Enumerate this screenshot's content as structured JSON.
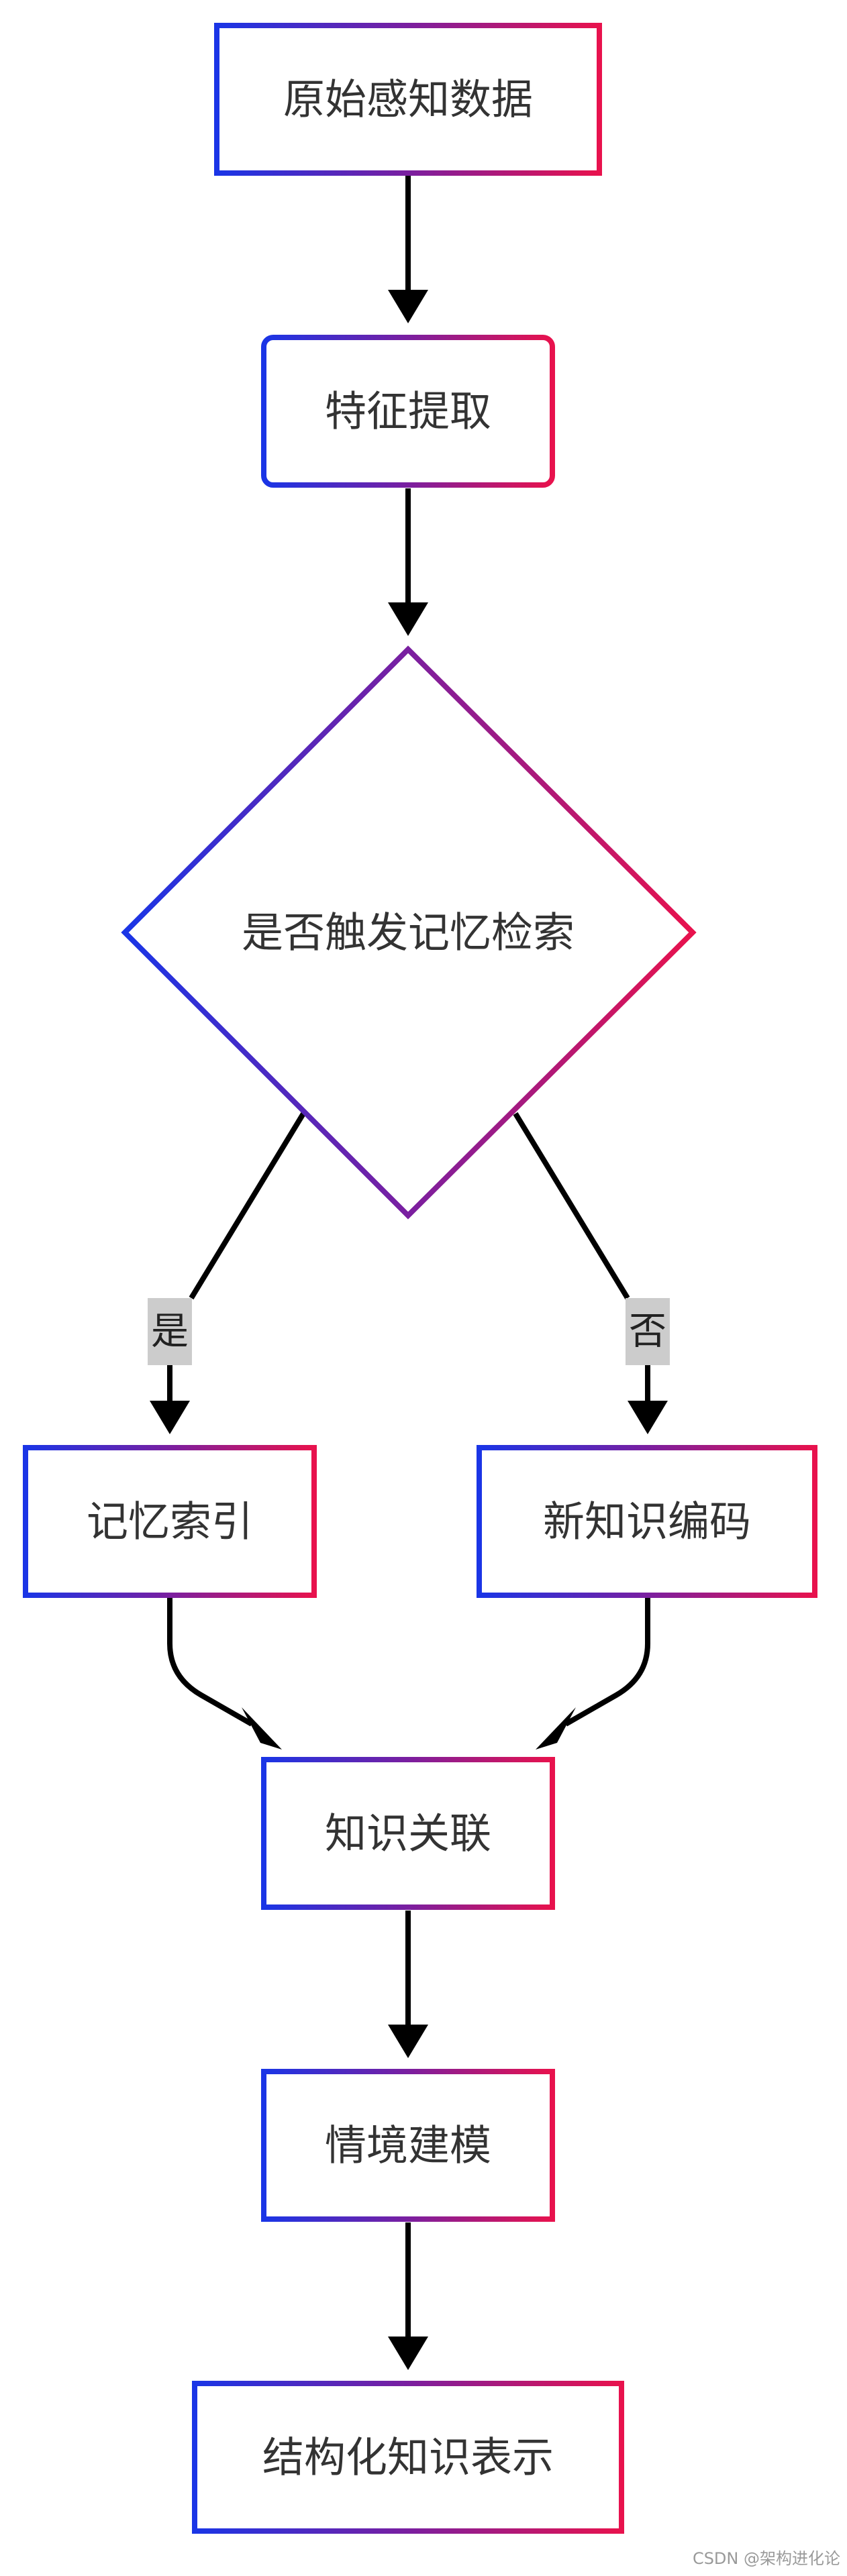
{
  "diagram": {
    "type": "flowchart",
    "nodes": {
      "raw_data": "原始感知数据",
      "feature_extraction": "特征提取",
      "decision": "是否触发记忆检索",
      "memory_index": "记忆索引",
      "new_knowledge_encoding": "新知识编码",
      "knowledge_association": "知识关联",
      "context_modeling": "情境建模",
      "structured_representation": "结构化知识表示"
    },
    "edge_labels": {
      "yes": "是",
      "no": "否"
    },
    "edges": [
      {
        "from": "raw_data",
        "to": "feature_extraction"
      },
      {
        "from": "feature_extraction",
        "to": "decision"
      },
      {
        "from": "decision",
        "to": "memory_index",
        "label": "yes"
      },
      {
        "from": "decision",
        "to": "new_knowledge_encoding",
        "label": "no"
      },
      {
        "from": "memory_index",
        "to": "knowledge_association"
      },
      {
        "from": "new_knowledge_encoding",
        "to": "knowledge_association"
      },
      {
        "from": "knowledge_association",
        "to": "context_modeling"
      },
      {
        "from": "context_modeling",
        "to": "structured_representation"
      }
    ],
    "colors": {
      "border_gradient_start": "#1a35e6",
      "border_gradient_mid": "#7a1fa0",
      "border_gradient_end": "#e8124d",
      "arrow": "#000000",
      "edge_label_background": "#cccccc",
      "text": "#333333"
    }
  },
  "watermark": "CSDN @架构进化论"
}
